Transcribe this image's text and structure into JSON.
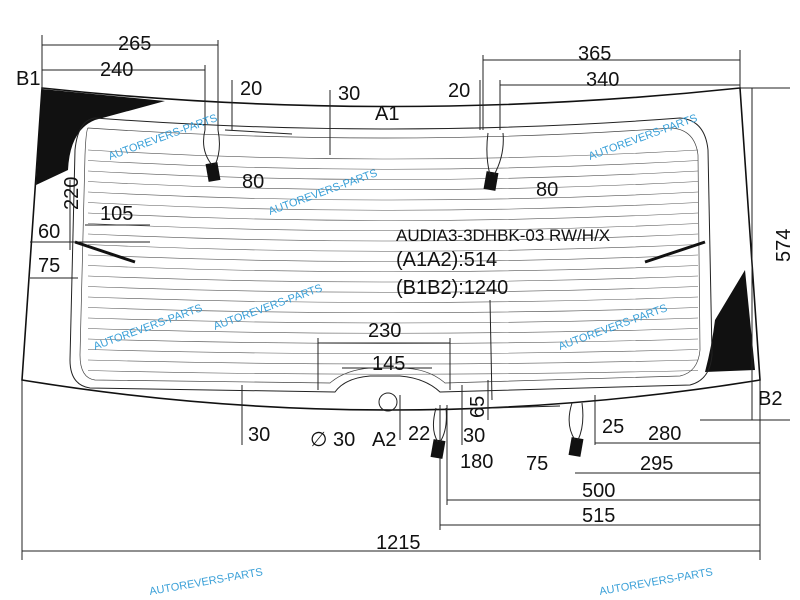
{
  "part": {
    "code": "AUDIA3-3DHBK-03 RW/H/X",
    "a1a2": "(A1A2):514",
    "b1b2": "(B1B2):1240"
  },
  "points": {
    "a1": "A1",
    "a2": "A2",
    "b1": "B1",
    "b2": "B2"
  },
  "dimensions": {
    "d265": "265",
    "d240": "240",
    "d20_left": "20",
    "d30_top": "30",
    "d20_right": "20",
    "d365": "365",
    "d340": "340",
    "d574": "574",
    "d220": "220",
    "d105": "105",
    "d60": "60",
    "d75_left": "75",
    "d80_left": "80",
    "d80_right": "80",
    "d230": "230",
    "d145": "145",
    "d65": "65",
    "d30_bottom_left": "30",
    "d_diam30": "∅ 30",
    "d22": "22",
    "d30_bottom": "30",
    "d180": "180",
    "d25": "25",
    "d280": "280",
    "d75_bottom": "75",
    "d295": "295",
    "d500": "500",
    "d515": "515",
    "d1215": "1215"
  },
  "watermark": "AUTOREVERS-PARTS",
  "colors": {
    "watermark": "#3aa0d8",
    "line": "#111111"
  }
}
